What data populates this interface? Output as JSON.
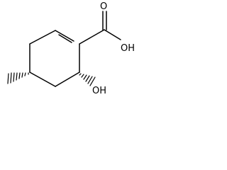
{
  "molecule": {
    "atoms": {
      "carbonyl_oxygen": "O",
      "hydroxyl_acid": "OH",
      "hydroxyl_ring": "OH"
    }
  },
  "colors": {
    "bond": "#000000",
    "label": "#000000",
    "background": "#ffffff"
  }
}
